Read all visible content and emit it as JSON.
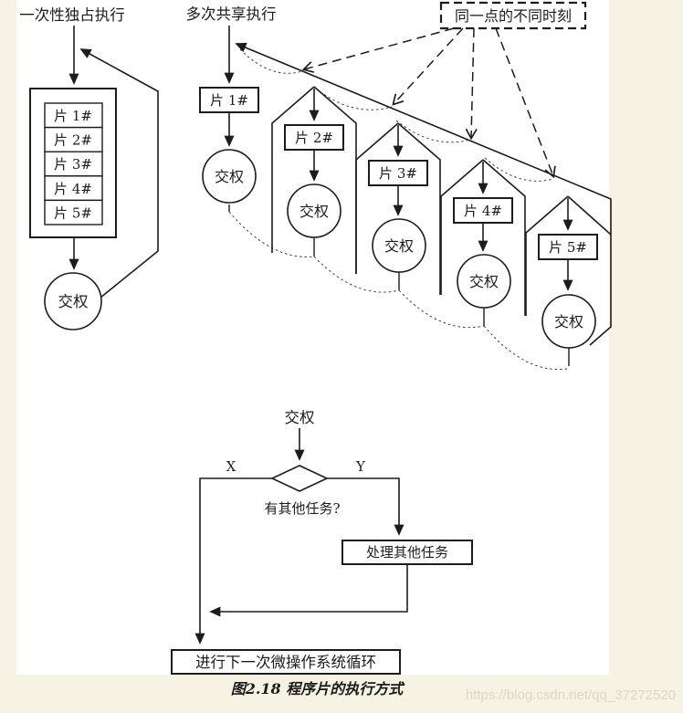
{
  "colors": {
    "page_bg": "#f7f3e4",
    "panel_bg": "#ffffff",
    "line": "#1c1c1c",
    "caption_color": "#333333",
    "watermark_color": "#ddd6c3"
  },
  "left_diagram": {
    "title": "一次性独占执行",
    "slices": [
      "片 1#",
      "片 2#",
      "片 3#",
      "片 4#",
      "片 5#"
    ],
    "handover": "交权"
  },
  "shared_diagram": {
    "title": "多次共享执行",
    "callout": "同一点的不同时刻",
    "slices": [
      "片 1#",
      "片 2#",
      "片 3#",
      "片 4#",
      "片 5#"
    ],
    "handover": "交权"
  },
  "flowchart": {
    "entry": "交权",
    "left_branch": "X",
    "right_branch": "Y",
    "decision": "有其他任务?",
    "process_box": "处理其他任务",
    "loop_box": "进行下一次微操作系统循环"
  },
  "caption": "图2.18  程序片的执行方式",
  "watermark": "https://blog.csdn.net/qq_37272520"
}
